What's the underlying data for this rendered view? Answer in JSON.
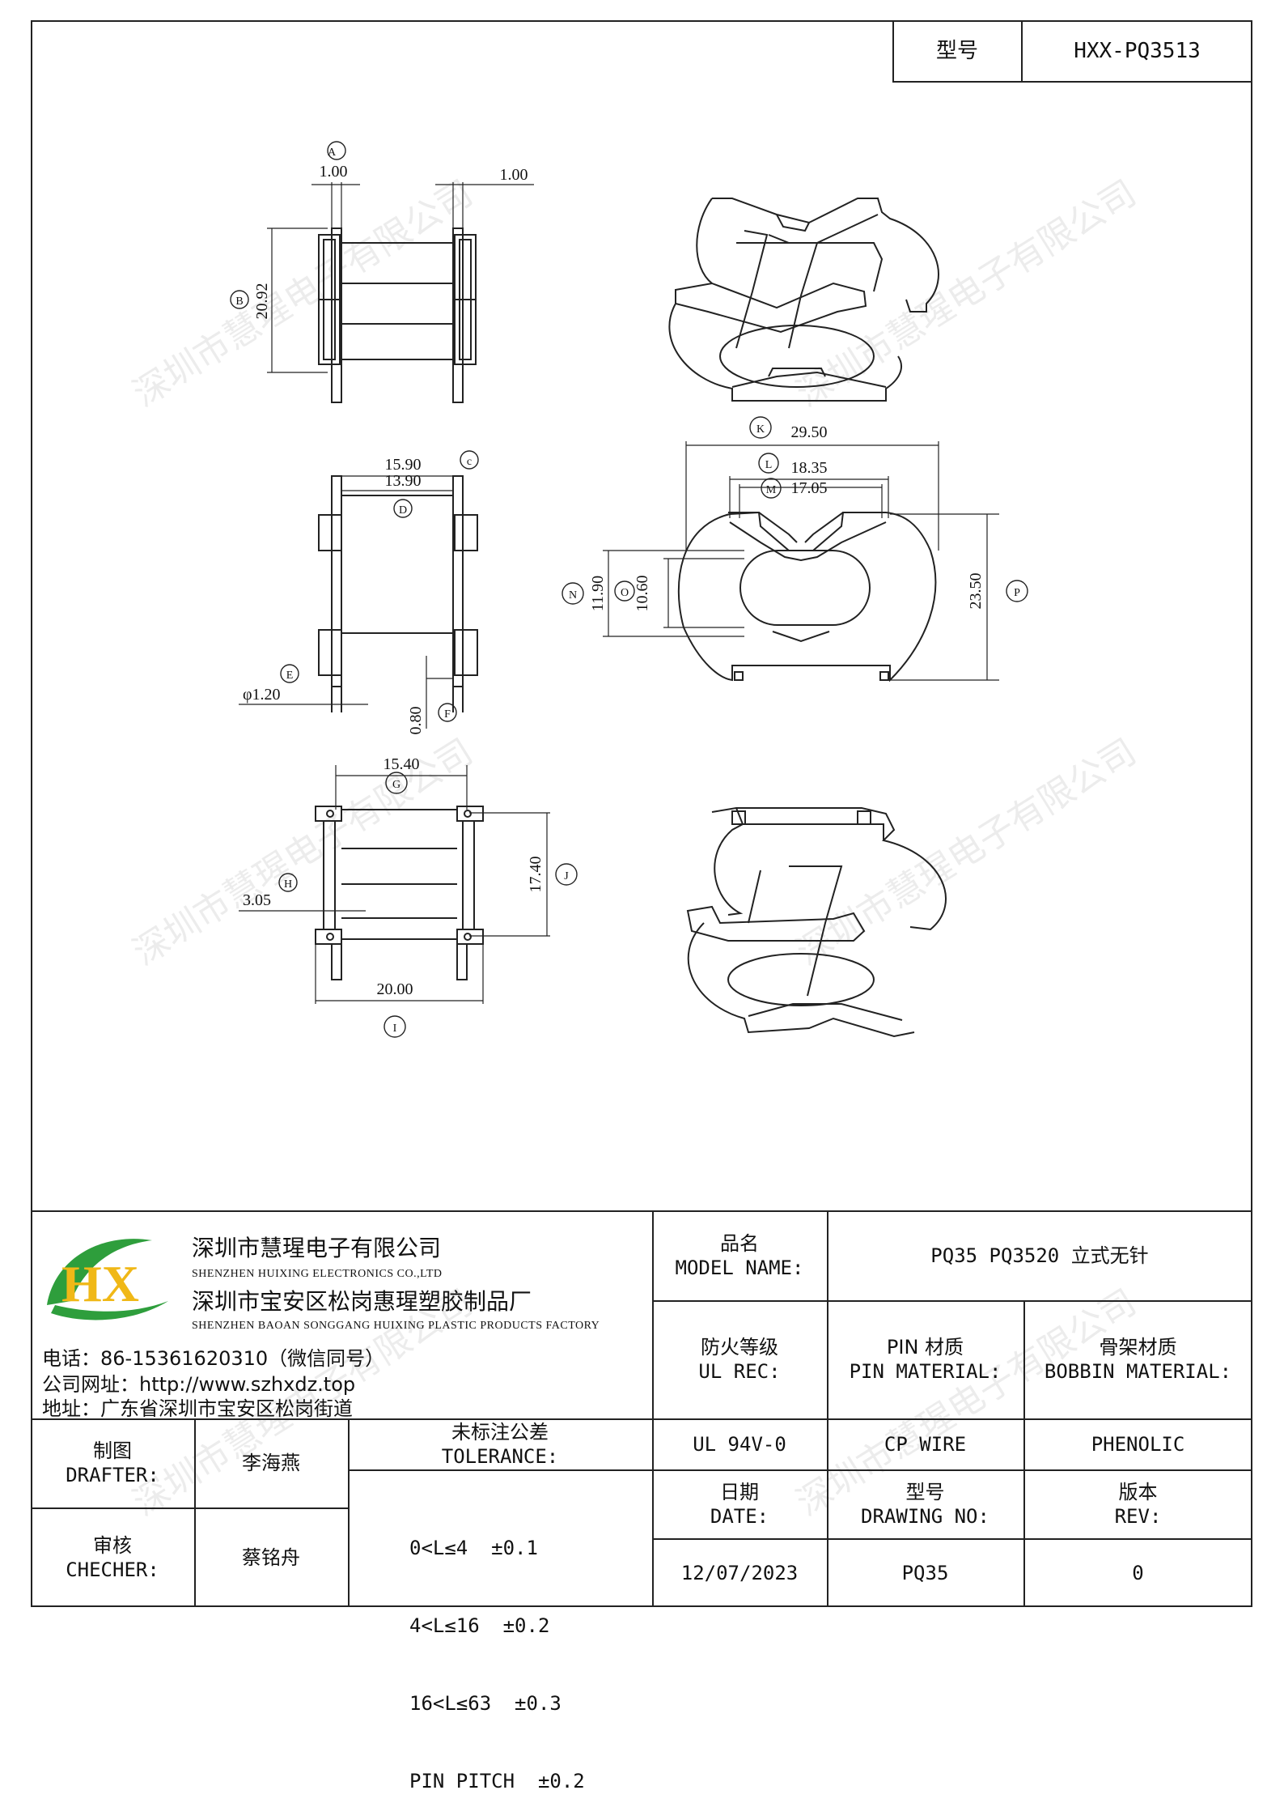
{
  "header": {
    "model_label": "型号",
    "model_value": "HXX-PQ3513"
  },
  "drawing": {
    "top_view": {
      "label_a": "A",
      "dim_a": "1.00",
      "dim_a2": "1.00",
      "label_b": "B",
      "dim_b": "20.92"
    },
    "front_view": {
      "label_c": "c",
      "dim_c": "15.90",
      "dim_d": "13.90",
      "label_d": "D",
      "label_e": "E",
      "dim_e": "φ1.20",
      "label_f": "F",
      "dim_f": "0.80"
    },
    "bottom_view": {
      "dim_g": "15.40",
      "label_g": "G",
      "label_h": "H",
      "dim_h": "3.05",
      "dim_j": "17.40",
      "label_j": "J",
      "dim_i": "20.00",
      "label_i": "I"
    },
    "side_view": {
      "label_k": "K",
      "dim_k": "29.50",
      "label_l": "L",
      "dim_l": "18.35",
      "label_m": "M",
      "dim_m": "17.05",
      "label_n": "N",
      "dim_n": "11.90",
      "label_o": "O",
      "dim_o": "10.60",
      "dim_p": "23.50",
      "label_p": "P"
    }
  },
  "watermark": "深圳市慧瑆电子有限公司",
  "company": {
    "logo_text": "HX",
    "name_cn": "深圳市慧瑆电子有限公司",
    "name_en": "SHENZHEN HUIXING ELECTRONICS CO.,LTD",
    "factory_cn": "深圳市宝安区松岗惠瑆塑胶制品厂",
    "factory_en": "SHENZHEN BAOAN SONGGANG HUIXING PLASTIC PRODUCTS FACTORY",
    "phone": "电话：86-15361620310（微信同号）",
    "website": "公司网址：http://www.szhxdz.top",
    "address": "地址：广东省深圳市宝安区松岗街道"
  },
  "title_block": {
    "model_name_cn": "品名",
    "model_name_en": "MODEL NAME:",
    "model_name_value": "PQ35 PQ3520 立式无针",
    "ul_cn": "防火等级",
    "ul_en": "UL REC:",
    "pin_cn": "PIN 材质",
    "pin_en": "PIN MATERIAL:",
    "bobbin_cn": "骨架材质",
    "bobbin_en": "BOBBIN MATERIAL:",
    "ul_value": "UL 94V-0",
    "pin_value": "CP WIRE",
    "bobbin_value": "PHENOLIC",
    "drafter_cn": "制图",
    "drafter_en": "DRAFTER:",
    "drafter_name": "李海燕",
    "checker_cn": "审核",
    "checker_en": "CHECHER:",
    "checker_name": "蔡铭舟",
    "tolerance_cn": "未标注公差",
    "tolerance_en": "TOLERANCE:",
    "tol_1": "0<L≤4  ±0.1",
    "tol_2": "4<L≤16  ±0.2",
    "tol_3": "16<L≤63  ±0.3",
    "tol_4": "PIN PITCH  ±0.2",
    "date_cn": "日期",
    "date_en": "DATE:",
    "drawing_no_cn": "型号",
    "drawing_no_en": "DRAWING NO:",
    "rev_cn": "版本",
    "rev_en": "REV:",
    "date_value": "12/07/2023",
    "drawing_no_value": "PQ35",
    "rev_value": "0"
  }
}
